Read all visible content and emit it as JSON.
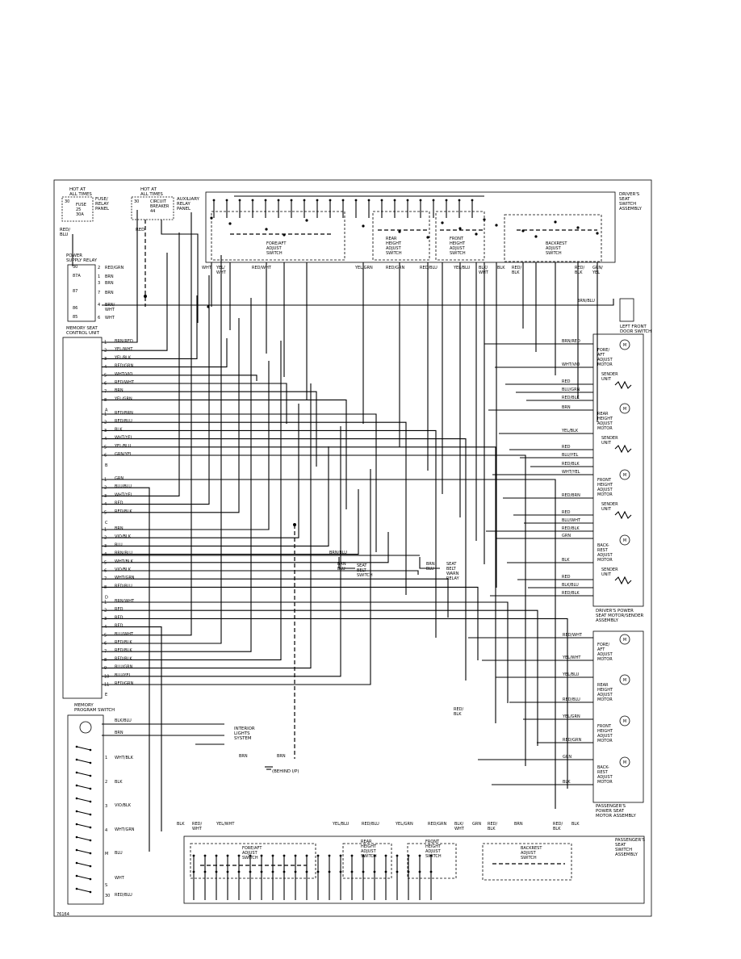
{
  "diagram_id": "76164",
  "labels": {
    "fuse_hot": "HOT AT\nALL TIMES",
    "fuse_name": "FUSE\n25\n30A",
    "fuse_pins": "30",
    "fuse_panel": "FUSE/\nRELAY\nPANEL",
    "cb_hot": "HOT AT\nALL TIMES",
    "cb_name": "CIRCUIT\nBREAKER\n44",
    "cb_pin": "30",
    "aux_panel": "AUXILIARY\nRELAY\nPANEL",
    "red_blu": "RED/\nBLU",
    "red": "RED",
    "power_relay": "POWER\nSUPPLY RELAY",
    "control_unit": "MEMORY SEAT\nCONTROL UNIT",
    "memory_switch": "MEMORY\nPROGRAM SWITCH",
    "driver_switch": "DRIVER'S\nSEAT\nSWITCH\nASSEMBLY",
    "fore_aft_switch": "FORE/AFT\nADJUST\nSWITCH",
    "rear_height_switch": "REAR\nHEIGHT\nADJUST\nSWITCH",
    "front_height_switch": "FRONT\nHEIGHT\nADJUST\nSWITCH",
    "backrest_switch": "BACKREST\nADJUST\nSWITCH",
    "left_door_switch": "LEFT FRONT\nDOOR SWITCH",
    "driver_motor_assembly": "DRIVER'S POWER\nSEAT MOTOR/SENDER\nASSEMBLY",
    "pass_motor_assembly": "PASSENGER'S\nPOWER SEAT\nMOTOR ASSEMBLY",
    "pass_switch": "PASSENGER'S\nSEAT\nSWITCH\nASSEMBLY",
    "seat_belt_switch": "SEAT\nBELT\nSWITCH",
    "seat_belt_relay": "SEAT\nBELT\nWARN\nRELAY",
    "interior_lights": "INTERIOR\nLIGHTS\nSYSTEM",
    "ground": "(BEHIND I/P)",
    "fore_aft_motor": "FORE/\nAFT\nADJUST\nMOTOR",
    "rear_height_motor": "REAR\nHEIGHT\nADJUST\nMOTOR",
    "front_height_motor": "FRONT\nHEIGHT\nADJUST\nMOTOR",
    "backrest_motor": "BACK-\nREST\nADJUST\nMOTOR",
    "sender_unit": "SENDER\nUNIT",
    "conn_a": "A",
    "conn_b": "B",
    "conn_c": "C",
    "conn_d": "D",
    "conn_e": "E",
    "brn_blu": "BRN/BLU",
    "brn_blu2": "BRN\nBLU",
    "brn": "BRN",
    "brn_wht": "BRN/\nWHT",
    "pin_m": "M",
    "relay_pins": [
      "30",
      "87A",
      "87",
      "86",
      "85"
    ],
    "relay_wires": [
      "RED/GRN",
      "BRN",
      "BRN",
      "BRN",
      "BRN/\nWHT",
      "WHT"
    ],
    "relay_pin_nums": [
      "2",
      "1",
      "3",
      "7",
      "4",
      "6"
    ]
  },
  "cu_a_wires": [
    "BRN/RED",
    "YEL/WHT",
    "YEL/BLK",
    "RED/GRN",
    "WHT/VIO",
    "RED/WHT",
    "BRN",
    "YEL/GRN"
  ],
  "cu_b_wires": [
    "RED/BRN",
    "RED/BLU",
    "BLK",
    "WHT/YEL",
    "YEL/BLU",
    "GRN/YEL"
  ],
  "cu_c_wires": [
    "GRN",
    "BLU/BLU",
    "WHT/YEL",
    "RED",
    "RED/BLK"
  ],
  "cu_d_wires": [
    "BRN",
    "VIO/BLK",
    "BLU",
    "BRN/BLU",
    "WHT/BLK",
    "VIO/BLK",
    "WHT/GRN",
    "RED/BLU"
  ],
  "cu_e_wires": [
    "BRN/WHT",
    "RED",
    "RED",
    "RED",
    "BLU/WHT",
    "RED/BLK",
    "RED/BLK",
    "RED/BLK",
    "BLU/GRN",
    "BLU/YEL",
    "RED/GRN"
  ],
  "top_wires": [
    "WHT",
    "YEL/\nWHT",
    "RED/WHT",
    "YEL/GRN",
    "RED/GRN",
    "RED/BLU",
    "YEL/BLU",
    "BLK/\nWHT",
    "BLK",
    "RED/\nBLK",
    "RED/\nBLK",
    "GRN/\nYEL"
  ],
  "driver_motor_wires": [
    "BRN/RED",
    "WHT/VIO",
    "RED",
    "BLU/GRN",
    "RED/BLK",
    "BRN",
    "YEL/BLK",
    "RED",
    "BLU/YEL",
    "RED/BLK",
    "WHT/YEL",
    "RED/BRN",
    "RED",
    "BLU/WHT",
    "RED/BLK",
    "GRN",
    "BLK",
    "RED",
    "BLK/BLU",
    "RED/BLK"
  ],
  "pass_motor_wires": [
    "RED/WHT",
    "YEL/WHT",
    "YEL/BLU",
    "RED/BLU",
    "YEL/GRN",
    "RED/GRN",
    "GRN",
    "BLK"
  ],
  "mem_switch_wires": [
    "BLK/BLU",
    "BRN",
    "WHT/BLK",
    "BLK",
    "VIO/BLK",
    "WHT/GRN",
    "BLU",
    "WHT",
    "RED/BLU"
  ],
  "mem_switch_pins": [
    "1",
    "2",
    "3",
    "4",
    "M",
    "S",
    "30"
  ],
  "bottom_wires": [
    "BLK",
    "RED/\nWHT",
    "YEL/WHT",
    "YEL/BLU",
    "RED/BLU",
    "YEL/GRN",
    "RED/GRN",
    "BLK/\nWHT",
    "GRN",
    "RED/\nBLK",
    "BRN",
    "RED/\nBLK",
    "BLK"
  ],
  "red_blk": "RED/\nBLK"
}
